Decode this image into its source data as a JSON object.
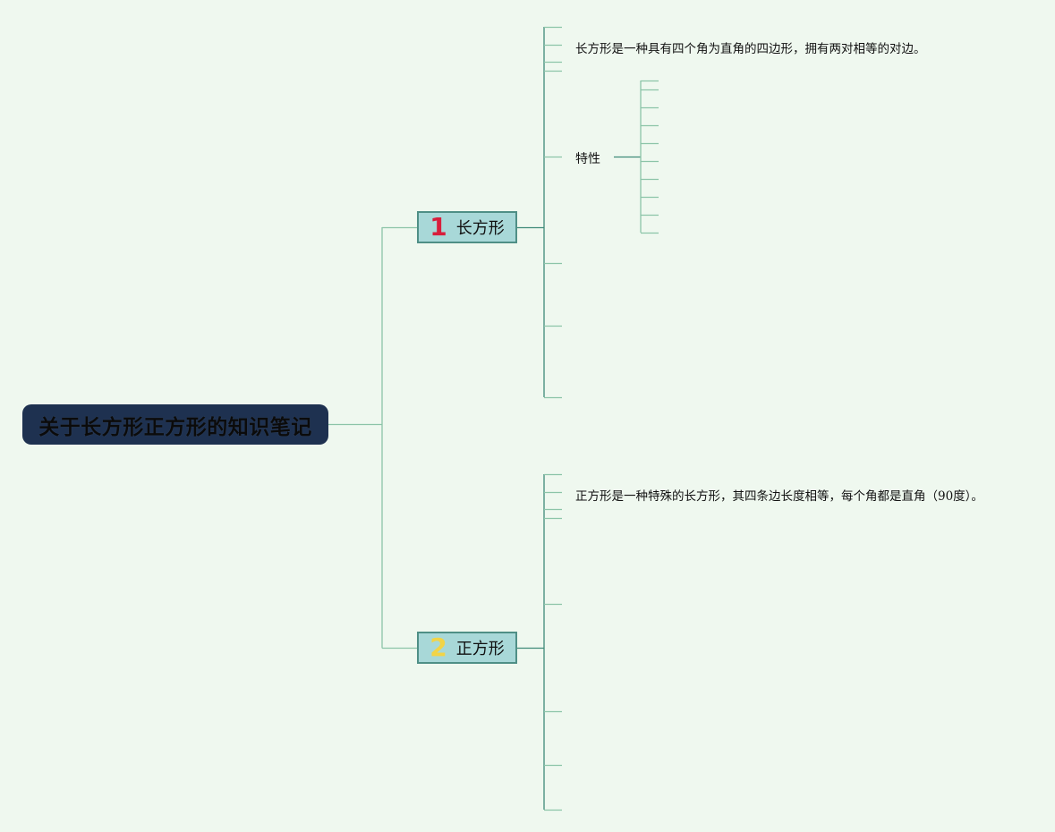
{
  "root": {
    "title": "关于长方形正方形的知识笔记"
  },
  "branches": [
    {
      "number": "1",
      "label": "长方形",
      "number_color": "#d81e3c"
    },
    {
      "number": "2",
      "label": "正方形",
      "number_color": "#f2d447"
    }
  ],
  "rectangle": {
    "definition": "长方形是一种具有四个角为直角的四边形，拥有两对相等的对边。",
    "properties_label": "特性"
  },
  "square": {
    "definition": "正方形是一种特殊的长方形，其四条边长度相等，每个角都是直角（90度）。"
  },
  "colors": {
    "background": "#eff8ef",
    "root_fill": "#1e3150",
    "branch_fill": "#a8d8d8",
    "branch_border": "#4f8f86",
    "line": "#8cc4a8",
    "line_dark": "#3f8a78"
  }
}
